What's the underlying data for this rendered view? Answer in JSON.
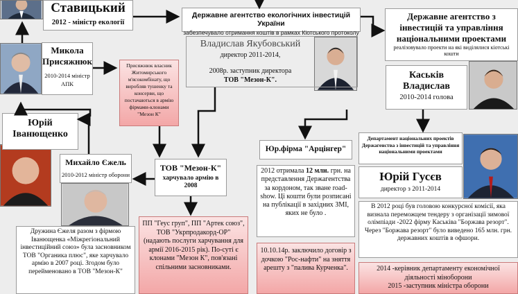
{
  "stavytskyi": {
    "name": "Ставицький",
    "role": "2012 - міністр екології"
  },
  "agency_eco": {
    "title": "Державне агентство екологічних інвестицій України",
    "subtitle": "забезпечувало отримання коштів в рамках Кіотського протоколу"
  },
  "yakubovskyi": {
    "name": "Владислав Якубовський",
    "role": "директор 2011-2014,",
    "extra_line1": "2008р. заступник директора",
    "extra_line2": "ТОВ \"Мезон-К\"."
  },
  "agency_nat": {
    "title": "Державне агентство з інвестицій та управління національними проектами",
    "subtitle": "реалізовувало проекти на які виділялися кіотські кошти"
  },
  "kaskiv": {
    "name_line1": "Каськів",
    "name_line2": "Владислав",
    "role": "2010-2014 голова"
  },
  "prysiazhniuk": {
    "name_line1": "Микола",
    "name_line2": "Присяжнюк",
    "role": "2010-2014 міністр АПК"
  },
  "prysiazhniuk_note": "Присяжнюк власник Житомирського м'ясокомбінату, що виробляв тушенку та консерви, що постачаються в армію фірмами-клонами \"Мезон К\"",
  "ivaniushchenko": {
    "name_line1": "Юрій",
    "name_line2": "Іванющенко"
  },
  "yezhel": {
    "name": "Михайло Єжель",
    "role": "2010-2012 міністр оборони"
  },
  "yezhel_note": "Дружина Єжеля разом з фірмою Іванющенка «Міжрегіональний інвестиційний союз» була засновником ТОВ \"Органика плюс\", яке харчувало армію в 2007 році. Згодом було перейменовано в ТОВ \"Мезон-К\"",
  "mezon": {
    "name": "ТОВ \"Мезон-К\"",
    "desc": "харчувало армію в 2008"
  },
  "mezon_note": "ПП \"Геус груп\", ПП \"Артек союз\", ТОВ \"Укрпродакорд-ОР\" (надають послуги харчування для армії 2016-2015 рік). По-суті є клонами \"Мезон К\", пов'язані спільними засновниками.",
  "artsinher": {
    "label": "Юр.фірма \"Арцінгер\""
  },
  "artsinher_note1": {
    "before": "2012 отримала ",
    "bold": "12 млн.",
    "after": " грн. на представлення Держагентства за кордоном, так зване road-show. Ці кошти були розписані на публікації в західних ЗМІ, яких не було ."
  },
  "artsinher_note2": "10.10.14р. заключило договір з дочкою \"Рос-нафти\" на зняття арешту з \"палива Курченка\".",
  "dept": {
    "title": "Департамент національних проектів Держагенства з інвестицій та управління національними проектами"
  },
  "husiev": {
    "name": "Юрій Гусєв",
    "role": "директор з 2011-2014"
  },
  "husiev_note": "В 2012 році був головою конкурсної комісії, яка визнала переможцем тендеру з організації зимової олімпіади -2022 фірму Каськіва \"Боржава резорт\". Через \"Боржава резорт\" було виведено 165 млн. грн. державних коштів в офшори.",
  "husiev_note2_line1": "2014 -керівник департаменту економічної діяльності міноборони",
  "husiev_note2_line2": "2015 -заступник міністра оборони"
}
